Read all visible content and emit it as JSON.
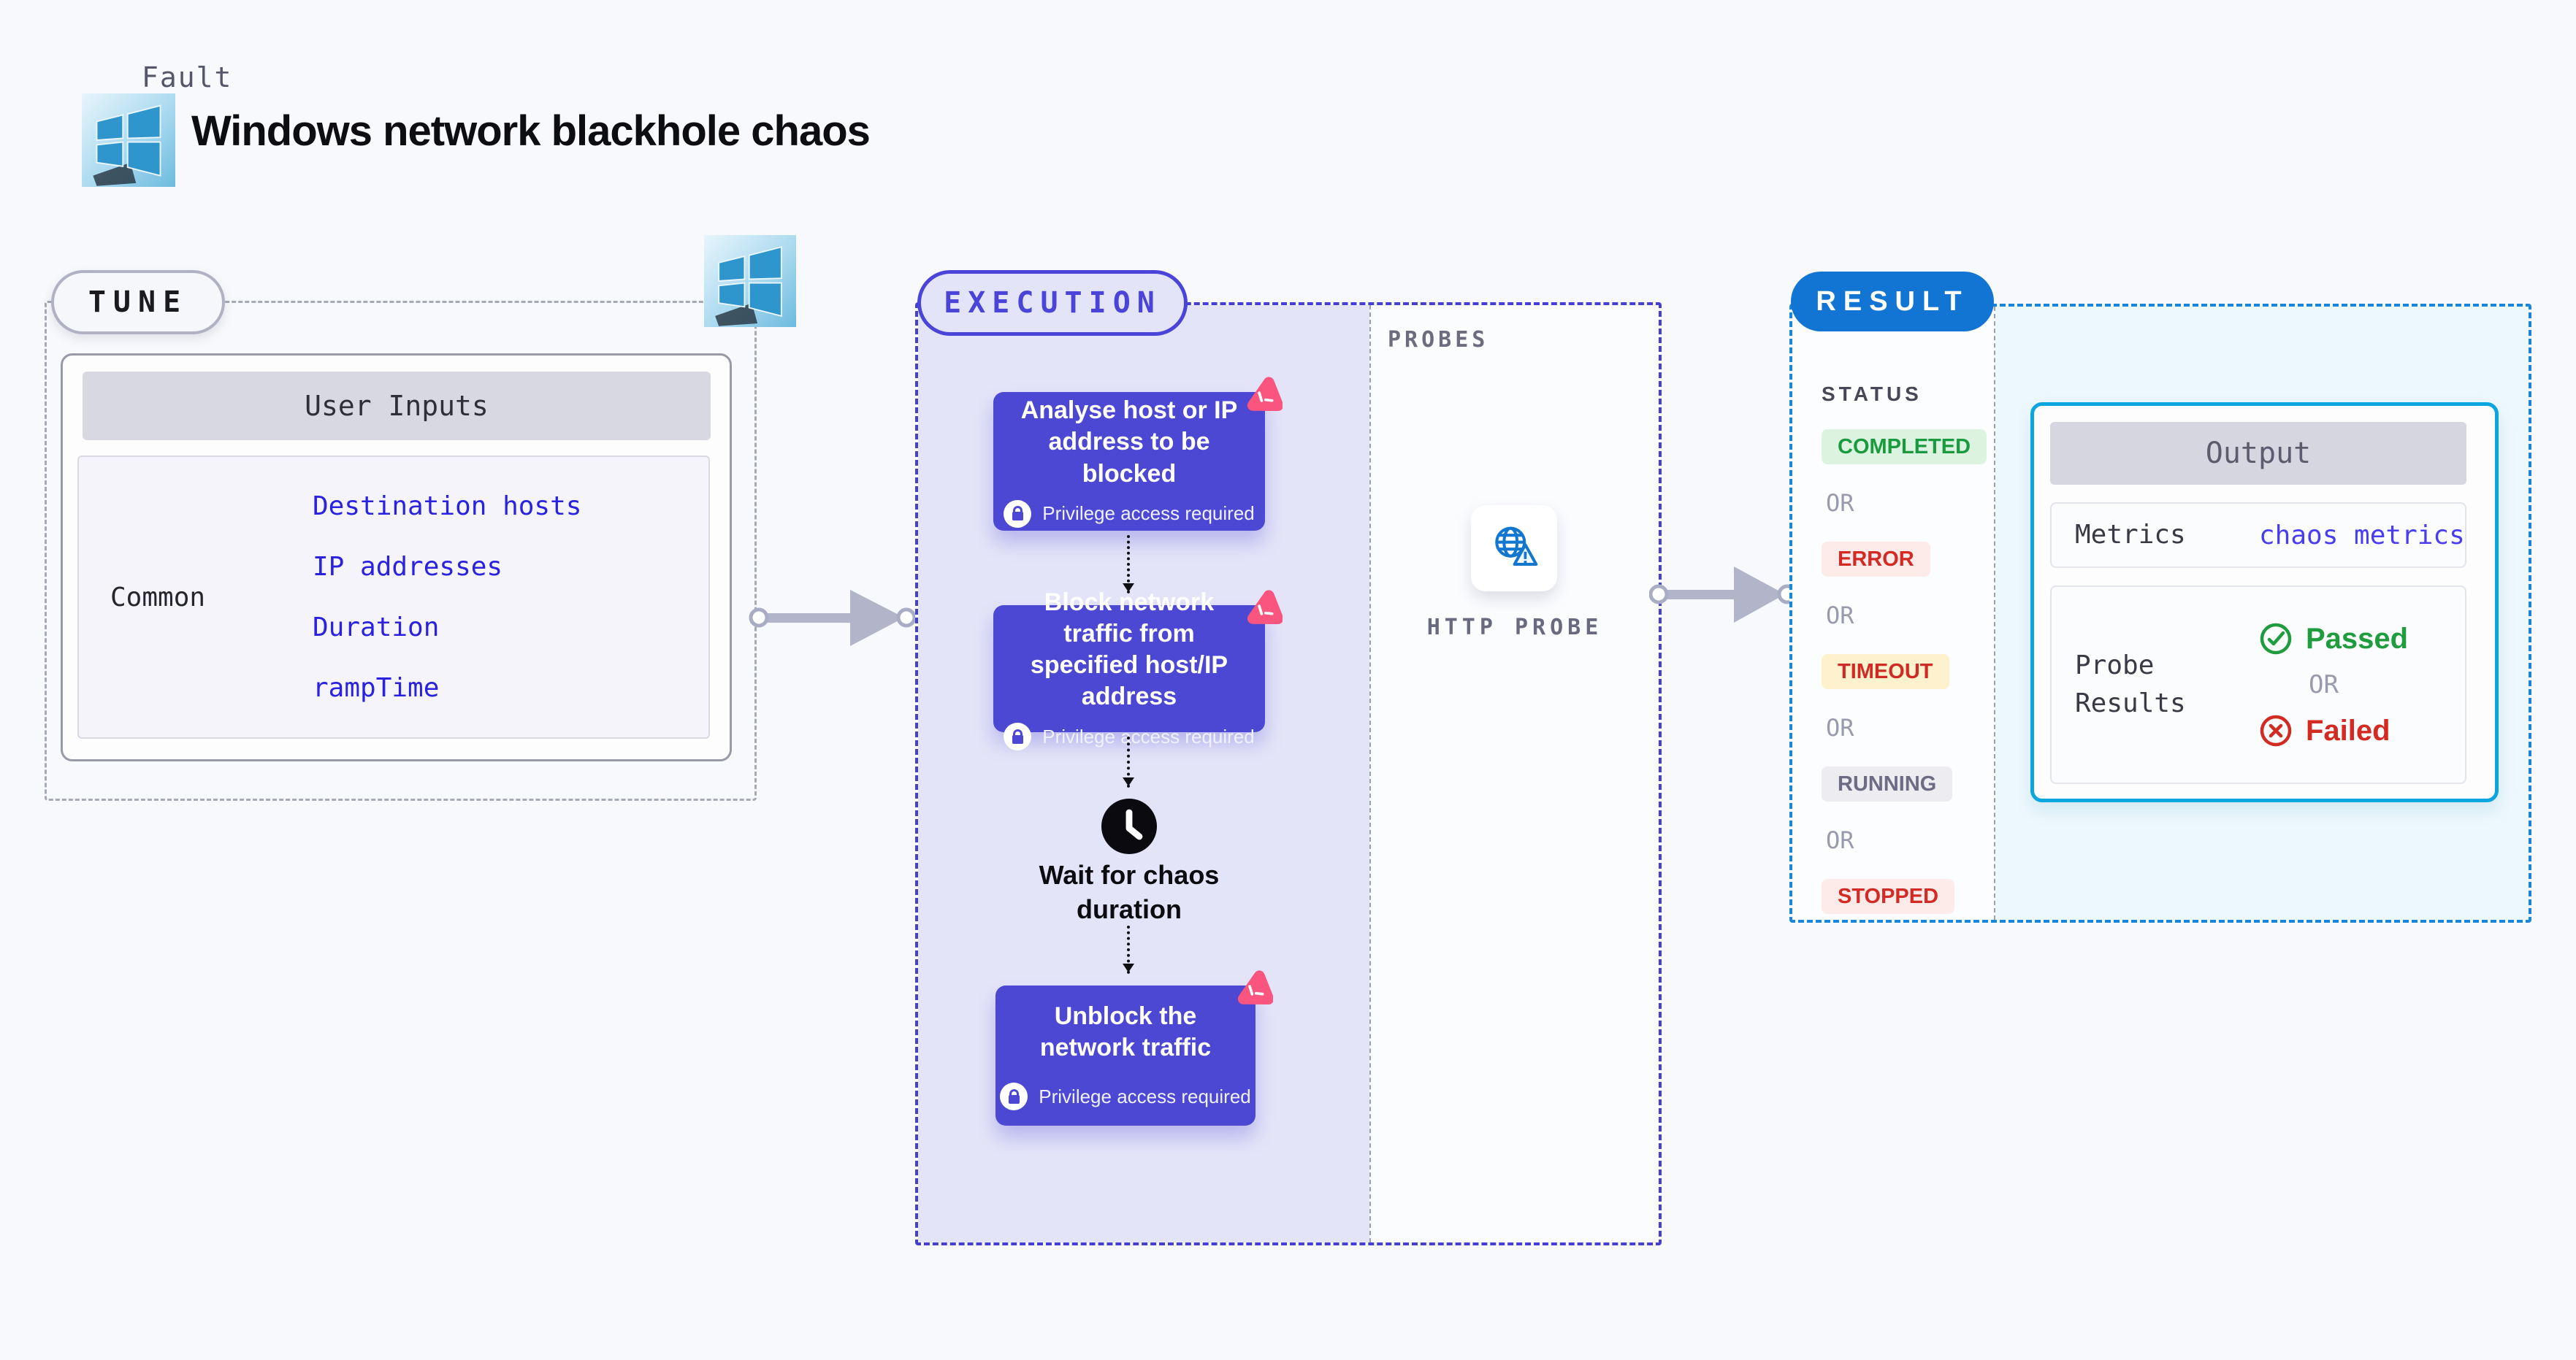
{
  "header": {
    "fault_label": "Fault",
    "title": "Windows network blackhole chaos"
  },
  "tune": {
    "badge": "TUNE",
    "user_inputs": {
      "header": "User Inputs",
      "row_label": "Common",
      "links": [
        "Destination hosts",
        "IP addresses",
        "Duration",
        "rampTime"
      ]
    }
  },
  "execution": {
    "badge": "EXECUTION",
    "steps": [
      {
        "title": "Analyse host or IP address to be blocked",
        "note": "Privilege access required"
      },
      {
        "title": "Block network traffic from specified host/IP address",
        "note": "Privilege access required"
      },
      {
        "title": "Wait for chaos duration"
      },
      {
        "title": "Unblock the network traffic",
        "note": "Privilege access required"
      }
    ]
  },
  "probes": {
    "section_label": "PROBES",
    "probe_label": "HTTP PROBE"
  },
  "result": {
    "badge": "RESULT",
    "status_label": "STATUS",
    "or_label": "OR",
    "statuses": [
      "COMPLETED",
      "ERROR",
      "TIMEOUT",
      "RUNNING",
      "STOPPED"
    ],
    "output": {
      "header": "Output",
      "metrics_label": "Metrics",
      "metrics_link": "chaos metrics",
      "probe_results_label": "Probe Results",
      "passed_label": "Passed",
      "failed_label": "Failed"
    }
  },
  "colors": {
    "step_purple": "#4c48d4",
    "exec_lavender": "#e4e4f8",
    "exec_border": "#463fd4",
    "result_border": "#1b86d8",
    "result_badge": "#1375d3",
    "output_border": "#0ba6e0",
    "link_blue": "#2b22e0",
    "metrics_link_blue": "#4a3cf0",
    "passed_green": "#1f9c3e",
    "failed_red": "#d32a22",
    "chaos_pink": "#f9557f",
    "windows_blue": "#2e96cd"
  }
}
